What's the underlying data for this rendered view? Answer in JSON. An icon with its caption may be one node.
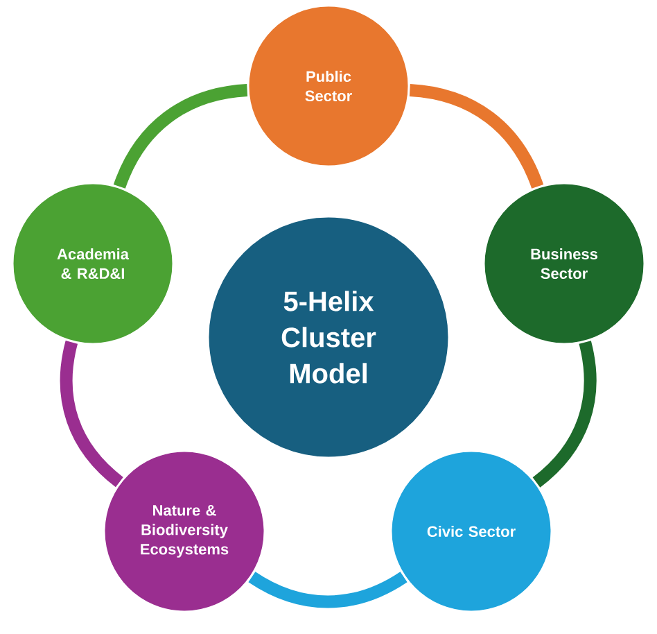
{
  "diagram": {
    "nodes": [
      {
        "text": [
          "5-Helix Cluster Model"
        ]
      },
      {
        "text": [
          "Public Sector"
        ]
      },
      {
        "text": [
          "Business Sector"
        ]
      },
      {
        "text": [
          "Civic Sector"
        ]
      },
      {
        "text": [
          "Nature & Biodiversity Ecosystems"
        ]
      },
      {
        "text": [
          "Academia & R&D&I"
        ]
      }
    ],
    "edges": [
      {
        "from": 1,
        "to": 2,
        "arrow": "none",
        "color": "#e8772e"
      },
      {
        "from": 2,
        "to": 3,
        "arrow": "none",
        "color": "#1d6a2b"
      },
      {
        "from": 3,
        "to": 4,
        "arrow": "none",
        "color": "#1ea4dc"
      },
      {
        "from": 4,
        "to": 5,
        "arrow": "none",
        "color": "#9a2e90"
      },
      {
        "from": 5,
        "to": 1,
        "arrow": "none",
        "color": "#4ba233"
      }
    ]
  }
}
